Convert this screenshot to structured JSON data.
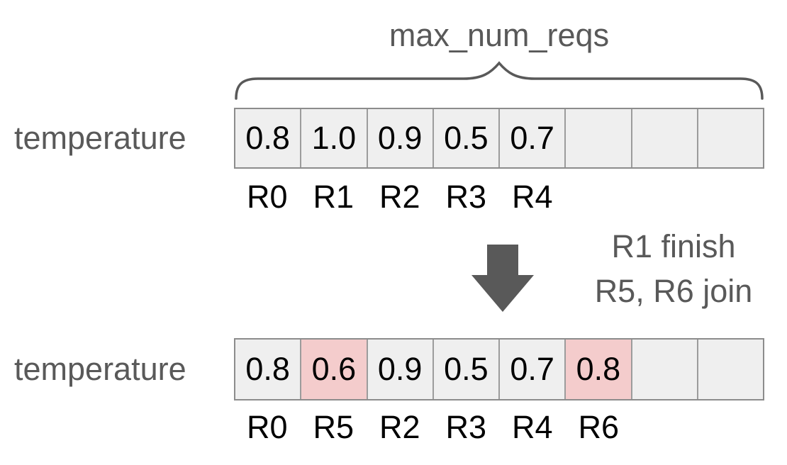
{
  "diagram": {
    "top_brace_label": "max_num_reqs",
    "transition": {
      "arrow_icon": "arrow-down",
      "lines": [
        "R1 finish",
        "R5, R6 join"
      ]
    },
    "rows": [
      {
        "label": "temperature",
        "cells": [
          {
            "value": "0.8",
            "highlight": false
          },
          {
            "value": "1.0",
            "highlight": false
          },
          {
            "value": "0.9",
            "highlight": false
          },
          {
            "value": "0.5",
            "highlight": false
          },
          {
            "value": "0.7",
            "highlight": false
          },
          {
            "value": "",
            "highlight": false
          },
          {
            "value": "",
            "highlight": false
          },
          {
            "value": "",
            "highlight": false
          }
        ],
        "req_labels": [
          "R0",
          "R1",
          "R2",
          "R3",
          "R4",
          "",
          "",
          ""
        ]
      },
      {
        "label": "temperature",
        "cells": [
          {
            "value": "0.8",
            "highlight": false
          },
          {
            "value": "0.6",
            "highlight": true
          },
          {
            "value": "0.9",
            "highlight": false
          },
          {
            "value": "0.5",
            "highlight": false
          },
          {
            "value": "0.7",
            "highlight": false
          },
          {
            "value": "0.8",
            "highlight": true
          },
          {
            "value": "",
            "highlight": false
          },
          {
            "value": "",
            "highlight": false
          }
        ],
        "req_labels": [
          "R0",
          "R5",
          "R2",
          "R3",
          "R4",
          "R6",
          "",
          ""
        ]
      }
    ]
  },
  "colors": {
    "text_gray": "#595959",
    "value_black": "#000000",
    "cell_bg": "#efefef",
    "cell_highlight_bg": "#f4cccc",
    "cell_border": "#999999",
    "arrow_fill": "#595959"
  }
}
